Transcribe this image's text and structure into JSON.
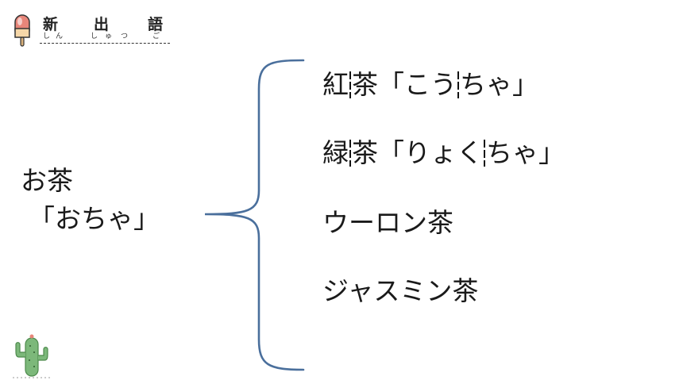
{
  "header": {
    "chars": [
      "新",
      "出",
      "語"
    ],
    "ruby": [
      "し",
      "ん",
      "し",
      "ゅ",
      "つ",
      "ご"
    ]
  },
  "main": {
    "term": "お茶",
    "reading": "「おちゃ」",
    "items": [
      {
        "parts": [
          "紅",
          "茶「こう",
          "ちゃ」"
        ]
      },
      {
        "parts": [
          "緑",
          "茶「りょく",
          "ちゃ」"
        ]
      },
      {
        "parts": [
          "ウーロン茶"
        ]
      },
      {
        "parts": [
          "ジャスミン茶"
        ]
      }
    ]
  },
  "colors": {
    "brace": "#4a6f9c",
    "text": "#1a1a1a",
    "popsicle": "#e8867a",
    "cactus": "#7cb87a"
  },
  "icons": {
    "header_icon": "popsicle-icon",
    "footer_icon": "cactus-icon"
  }
}
